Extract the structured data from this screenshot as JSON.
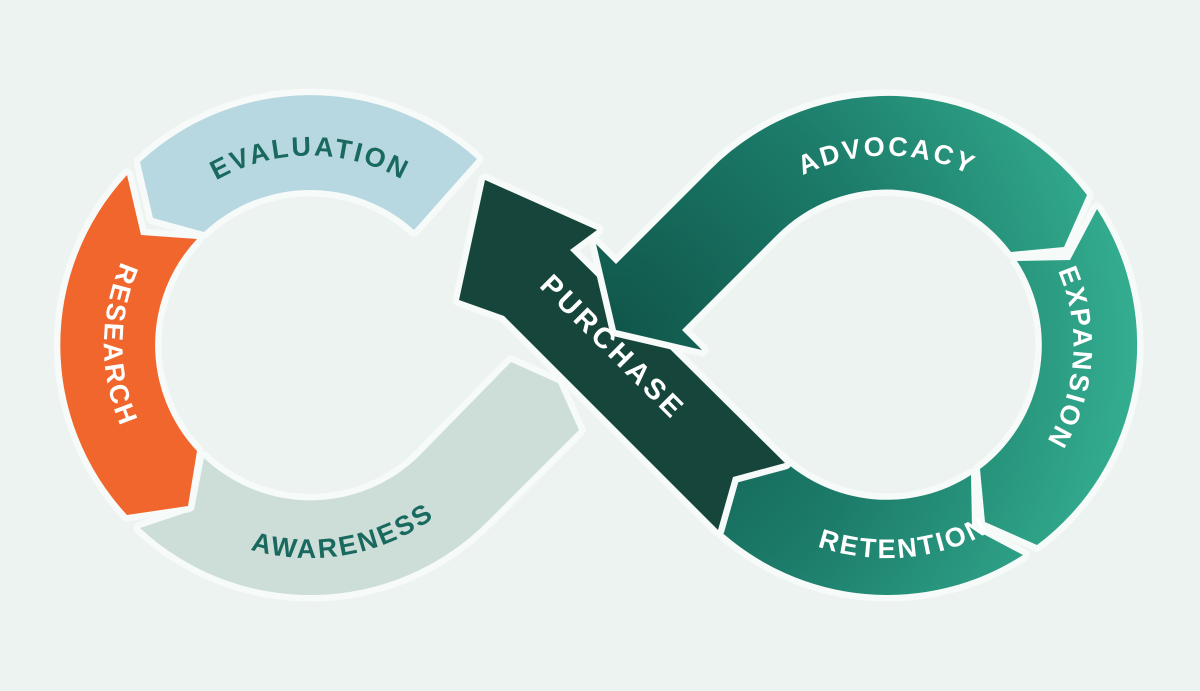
{
  "stages": {
    "evaluation": "EVALUATION",
    "research": "RESEARCH",
    "awareness": "AWARENESS",
    "purchase": "PURCHASE",
    "advocacy": "ADVOCACY",
    "expansion": "EXPANSION",
    "retention": "RETENTION"
  },
  "colors": {
    "background": "#edf3f0",
    "evaluation_fill": "#b7d7e1",
    "research_fill": "#f0662c",
    "awareness_fill": "#cdddd8",
    "purchase_fill": "#16463b",
    "right_loop_gradient_inner": "#0f5347",
    "right_loop_gradient_mid": "#1c7c6a",
    "right_loop_gradient_outer": "#36b293",
    "label_dark_teal": "#19695f",
    "label_white": "#ffffff",
    "separator_gap": "#f6faf8"
  }
}
